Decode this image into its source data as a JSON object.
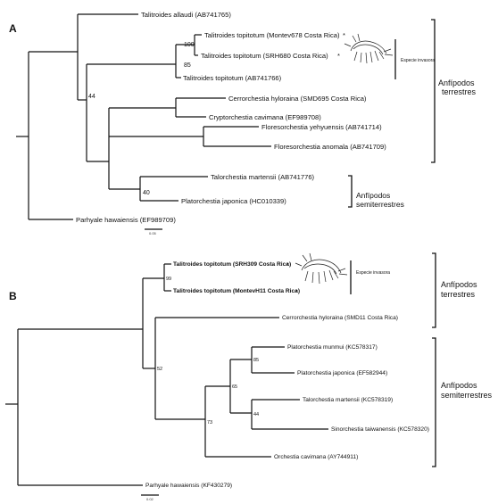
{
  "panel_a": {
    "label": "A",
    "taxa": {
      "allaudi": "Talitroides allaudi (AB741765)",
      "montev678": "Talitroides topitotum (Montev678 Costa Rica)",
      "srh680": "Talitroides topitotum (SRH680 Costa Rica)",
      "ab741766": "Talitroides topitotum (AB741766)",
      "cerrorchestia": "Cerrorchestia hyloraina (SMD695 Costa Rica)",
      "cryptorchestia": "Cryptorchestia cavimana (EF989708)",
      "yehyuensis": "Floresorchestia yehyuensis (AB741714)",
      "anomala": "Floresorchestia anomala (AB741709)",
      "talorchestia": "Talorchestia martensii (AB741776)",
      "platorchestia": "Platorchestia japonica (HC010339)",
      "parhyale": "Parhyale hawaiensis (EF989709)"
    },
    "asterisk": "*",
    "bootstrap": {
      "n100": "100",
      "n85": "85",
      "n44": "44",
      "n40": "40"
    },
    "invasive_label": "Especie invasora",
    "group_terrestrial": [
      "Anfípodos",
      "terrestres"
    ],
    "group_semiterrestrial": [
      "Anfípodos",
      "semiterrestres"
    ],
    "scale_label": "0.05"
  },
  "panel_b": {
    "label": "B",
    "taxa": {
      "srh309": "Talitroides topitotum (SRH309 Costa Rica)",
      "montevh11": "Talitroides topitotum (MontevH11 Costa Rica)",
      "cerrorchestia": "Cerrorchestia hyloraina (SMD11 Costa Rica)",
      "munmui": "Platorchestia munmui (KC578317)",
      "japonica": "Platorchestia japonica (EF582944)",
      "talorchestia": "Talorchestia martensii (KC578319)",
      "sinorchestia": "Sinorchestia taiwanensis (KC578320)",
      "orchestia": "Orchestia cavimana (AY744911)",
      "parhyale": "Parhyale hawaiensis (KF430279)"
    },
    "asterisk": "*",
    "bootstrap": {
      "n99": "99",
      "n52": "52",
      "n85": "85",
      "n65": "65",
      "n44": "44",
      "n73": "73"
    },
    "invasive_label": "Especie invasora",
    "group_terrestrial": [
      "Anfípodos",
      "terrestres"
    ],
    "group_semiterrestrial": [
      "Anfípodos",
      "semiterrestres"
    ],
    "scale_label": "0.02"
  }
}
